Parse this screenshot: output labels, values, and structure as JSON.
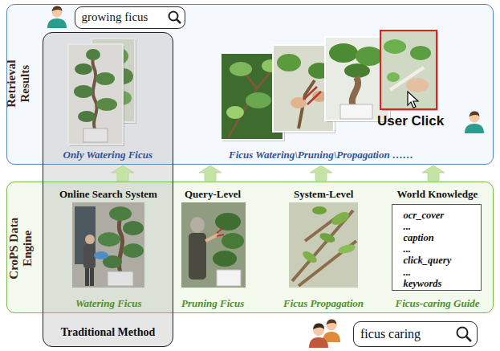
{
  "diagram": {
    "nodes": [
      {
        "text": [
          "Retrieval Results"
        ]
      },
      {
        "text": [
          "growing ficus"
        ],
        "in": 0
      },
      {
        "text": [
          "CroPS Data Engine"
        ]
      },
      {
        "text": [
          "ocr_cover",
          "...",
          "caption",
          "...",
          "click_query",
          "...",
          "keywords"
        ],
        "in": 2
      },
      {
        "text": [
          "Traditional Method"
        ]
      },
      {
        "text": [
          "ficus caring"
        ]
      }
    ],
    "edges": [
      {
        "from": 2,
        "to": 0,
        "arrow": "to"
      },
      {
        "from": 2,
        "to": 0,
        "arrow": "to"
      },
      {
        "from": 2,
        "to": 0,
        "arrow": "to"
      },
      {
        "from": 2,
        "to": 0,
        "arrow": "to"
      }
    ],
    "labels": [
      "Only Watering Ficus",
      "Ficus Watering\\Pruning\\Propagation ……",
      "User Click",
      "Online Search System",
      "Query-Level",
      "System-Level",
      "World Knowledge",
      "Watering Ficus",
      "Pruning Ficus",
      "Ficus Propagation",
      "Ficus-caring Guide"
    ]
  }
}
